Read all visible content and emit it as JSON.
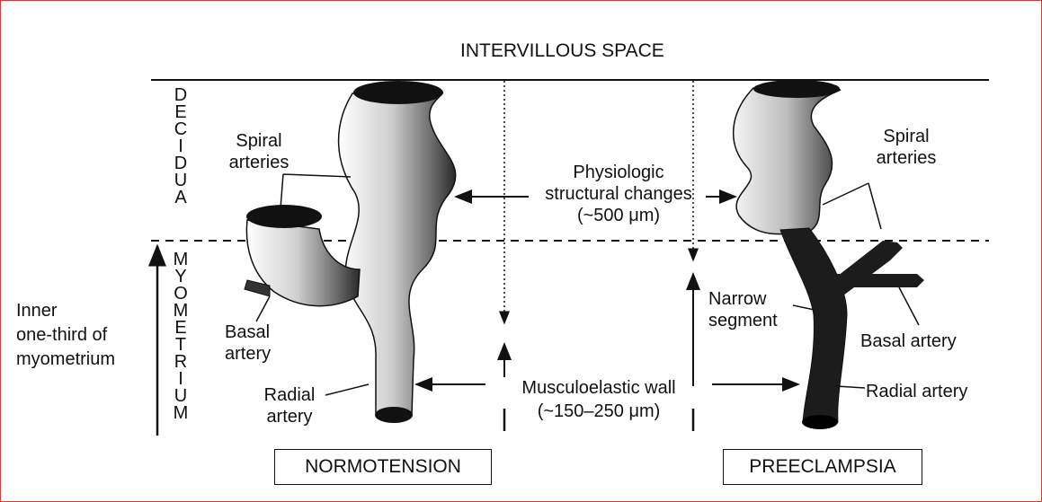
{
  "intervillous_space": "INTERVILLOUS SPACE",
  "decidua_letters": [
    "D",
    "E",
    "C",
    "I",
    "D",
    "U",
    "A"
  ],
  "myometrium_letters": [
    "M",
    "Y",
    "O",
    "M",
    "E",
    "T",
    "R",
    "I",
    "U",
    "M"
  ],
  "inner_third": [
    "Inner",
    "one-third of",
    "myometrium"
  ],
  "normal": {
    "spiral_arteries": [
      "Spiral",
      "arteries"
    ],
    "basal_artery": [
      "Basal",
      "artery"
    ],
    "radial_artery": [
      "Radial",
      "artery"
    ],
    "box": "NORMOTENSION"
  },
  "center": {
    "physiologic": [
      "Physiologic",
      "structural changes",
      "(~500 μm)"
    ],
    "musculoelastic": [
      "Musculoelastic wall",
      "(~150–250 μm)"
    ]
  },
  "pre": {
    "spiral_arteries": [
      "Spiral",
      "arteries"
    ],
    "narrow_segment": [
      "Narrow",
      "segment"
    ],
    "basal_artery": "Basal artery",
    "radial_artery": "Radial artery",
    "box": "PREECLAMPSIA"
  },
  "colors": {
    "border": "#d43a3a",
    "ink": "#111111"
  }
}
